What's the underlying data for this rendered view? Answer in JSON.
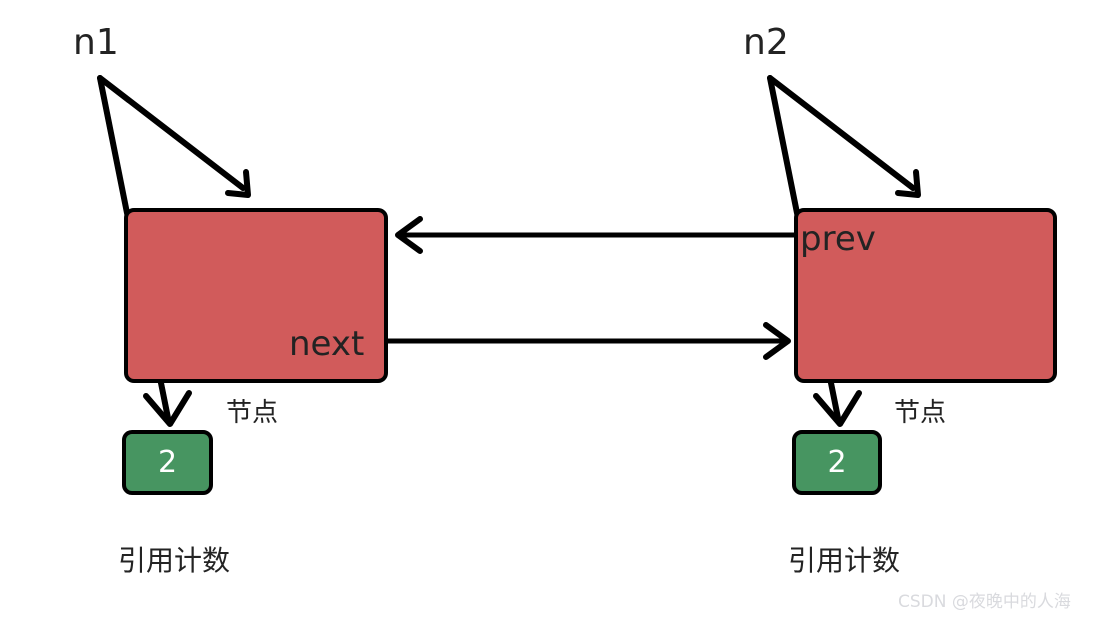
{
  "diagram": {
    "title_text": "",
    "colors": {
      "node_fill": "#D15B5B",
      "count_fill": "#479561",
      "stroke": "#000000",
      "text": "#232323",
      "count_text": "#FFFFFF",
      "watermark": "#D9DADE",
      "background": "#FFFFFF"
    },
    "left": {
      "pointer_label": "n1",
      "node_caption": "节点",
      "field_label": "next",
      "refcount_value": "2",
      "refcount_caption": "引用计数"
    },
    "right": {
      "pointer_label": "n2",
      "node_caption": "节点",
      "field_label": "prev",
      "refcount_value": "2",
      "refcount_caption": "引用计数"
    },
    "connections": [
      {
        "name": "prev-link",
        "from": "right-node",
        "to": "left-node",
        "direction": "left"
      },
      {
        "name": "next-link",
        "from": "left-node",
        "to": "right-node",
        "direction": "right"
      }
    ],
    "watermark": "CSDN @夜晚中的人海"
  }
}
